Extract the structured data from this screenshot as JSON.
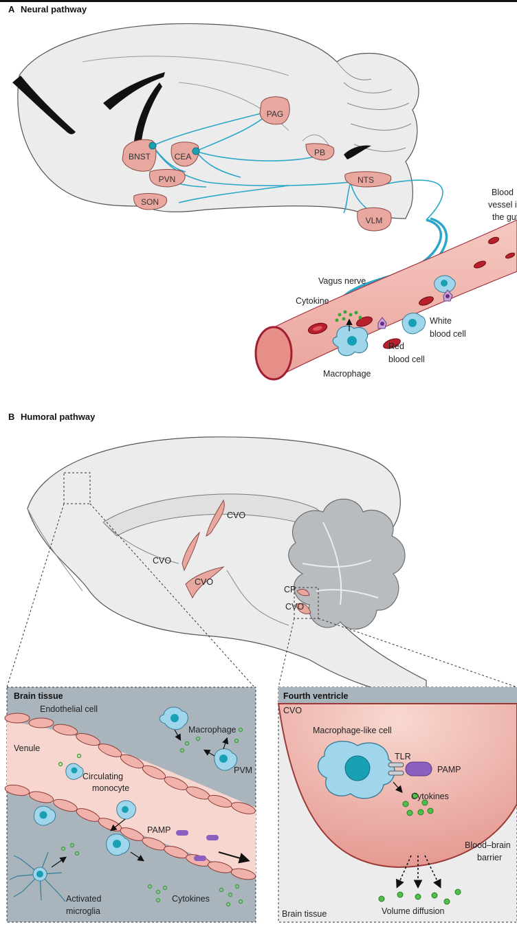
{
  "panel_a": {
    "letter": "A",
    "title": "Neural pathway",
    "nuclei": {
      "pag": "PAG",
      "pb": "PB",
      "bnst": "BNST",
      "cea": "CEA",
      "pvn": "PVN",
      "son": "SON",
      "nts": "NTS",
      "vlm": "VLM"
    },
    "blood_vessel_label": [
      "Blood",
      "vessel in",
      "the gut"
    ],
    "vagus_nerve": "Vagus nerve",
    "cytokine": "Cytokine",
    "white_blood_cell": [
      "White",
      "blood cell"
    ],
    "red_blood_cell": [
      "Red",
      "blood cell"
    ],
    "macrophage": "Macrophage"
  },
  "panel_b": {
    "letter": "B",
    "title": "Humoral pathway",
    "cvo_labels": [
      "CVO",
      "CVO",
      "CVO",
      "CVO"
    ],
    "cp": "CP",
    "brain_tissue_box": {
      "title": "Brain tissue",
      "endothelial_cell": "Endothelial cell",
      "venule": "Venule",
      "macrophage": "Macrophage",
      "circulating_monocyte": [
        "Circulating",
        "monocyte"
      ],
      "pvm": "PVM",
      "pamp": "PAMP",
      "activated_microglia": [
        "Activated",
        "microglia"
      ],
      "cytokines": "Cytokines"
    },
    "fourth_ventricle_box": {
      "title": "Fourth ventricle",
      "cvo": "CVO",
      "macrophage_like_cell": "Macrophage-like cell",
      "tlr": "TLR",
      "pamp": "PAMP",
      "cytokines": "Cytokines",
      "bbb": [
        "Blood–brain",
        "barrier"
      ],
      "volume_diffusion": "Volume diffusion",
      "brain_tissue": "Brain tissue"
    }
  },
  "colors": {
    "nerve": "#2aa6c8",
    "nucleus_fill": "#e8a8a0",
    "vessel_fill": "#f0b8b0",
    "rbc": "#b8202c",
    "cell_fill": "#9fd6ec",
    "nucleus_teal": "#1aa0b4",
    "cytokine_green": "#3aa838",
    "pamp_purple": "#8b5fbf",
    "box_gray": "#aab4bc"
  }
}
